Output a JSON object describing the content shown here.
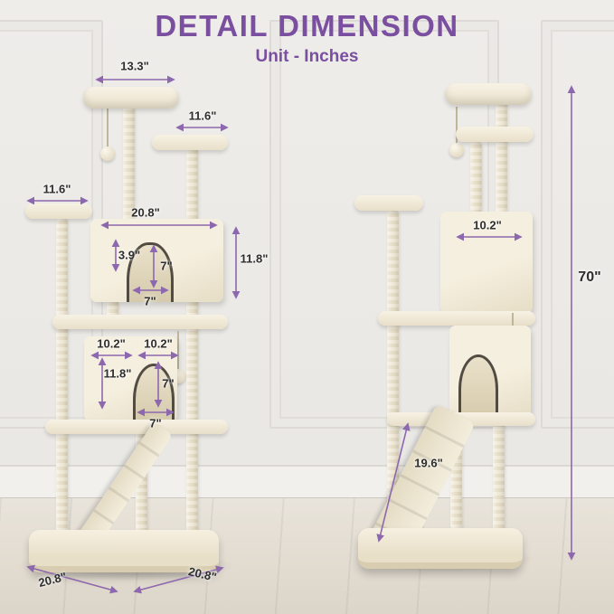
{
  "header": {
    "title": "DETAIL DIMENSION",
    "subtitle": "Unit - Inches"
  },
  "colors": {
    "accent_purple": "#7a4fa0",
    "dimension_line": "#8d68ae",
    "label_text": "#2e2e2e",
    "tree_cream": "#f1ebdc"
  },
  "labels": {
    "left_top_platform_width": "13.3\"",
    "left_upper_platform_width": "11.6\"",
    "left_side_platform_width": "11.6\"",
    "left_condo_width": "20.8\"",
    "left_door_offset": "3.9\"",
    "left_door_height": "7\"",
    "left_door_width": "7\"",
    "left_condo_height": "11.8\"",
    "left_lower_condo_width_left": "10.2\"",
    "left_lower_condo_width_right": "10.2\"",
    "left_lower_condo_height": "11.8\"",
    "left_lower_door_height": "7\"",
    "left_lower_door_width": "7\"",
    "base_depth": "20.8\"",
    "base_width": "20.8\"",
    "right_condo_width": "10.2\"",
    "ramp_length": "19.6\"",
    "total_height": "70\""
  }
}
